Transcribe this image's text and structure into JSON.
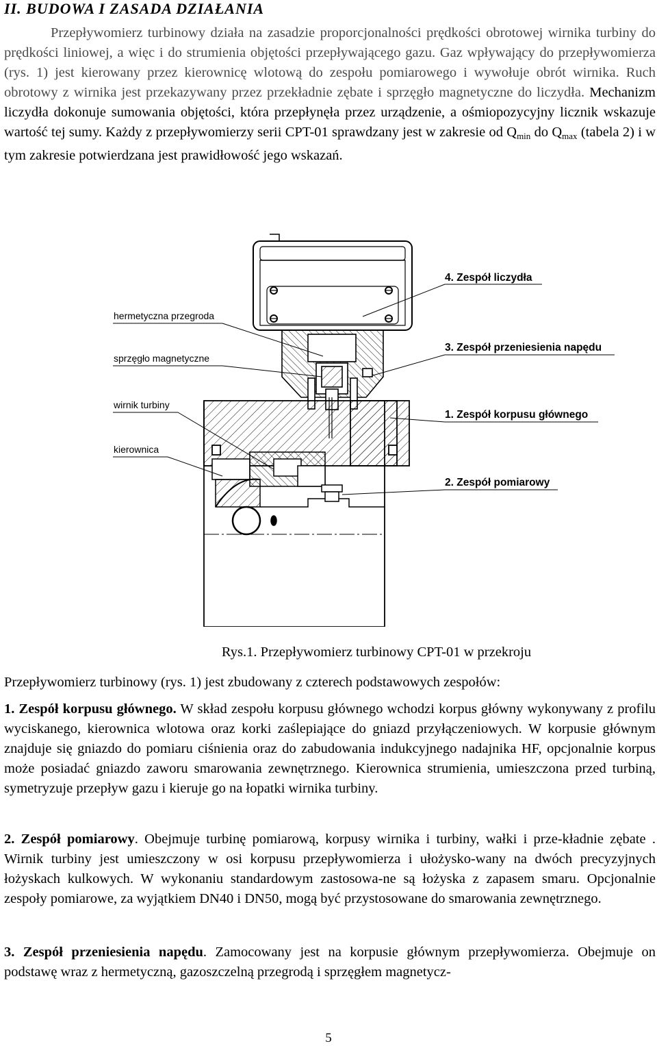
{
  "heading": "II. BUDOWA I ZASADA DZIAŁANIA",
  "intro": {
    "part1": "Przepływomierz turbinowy działa na zasadzie proporcjonalności prędkości obrotowej wirnika turbiny do prędkości liniowej, a więc i do strumienia objętości przepływającego gazu. Gaz wpływający do przepływomierza (rys. 1) jest kierowany przez kierownicę wlotową do zespołu pomiarowego i wywołuje obrót wirnika. Ruch obrotowy z wirnika jest przekazywany przez przekładnie zębate i sprzęgło magnetyczne do liczydła.",
    "part2": "Mechanizm liczydła dokonuje sumowania objętości, która przepłynęła przez urządzenie, a ośmiopozycyjny licznik wskazuje wartość tej sumy. Każdy z przepływomierzy serii CPT-01 sprawdzany jest w zakresie od Q",
    "sub_min": "min",
    "part3": " do Q",
    "sub_max": "max",
    "part4": " (tabela 2) i w tym zakresie potwierdzana jest prawidłowość jego wskazań."
  },
  "figure": {
    "labels": {
      "counter": "4. Zespół liczydła",
      "hermetic": "hermetyczna przegroda",
      "drive": "3. Zespół przeniesienia napędu",
      "coupling": "sprzęgło magnetyczne",
      "rotor": "wirnik turbiny",
      "body": "1. Zespół korpusu głównego",
      "guide": "kierownica",
      "measure": "2. Zespół pomiarowy"
    },
    "caption": "Rys.1. Przepływomierz turbinowy CPT-01 w przekroju"
  },
  "list_intro": "Przepływomierz turbinowy (rys. 1) jest zbudowany z czterech podstawowych zespołów:",
  "sections": [
    {
      "title": "1. Zespół korpusu głównego.",
      "text": " W skład zespołu korpusu głównego wchodzi korpus główny wykonywany z profilu wyciskanego, kierownica wlotowa oraz korki zaślepiające do gniazd przyłączeniowych. W korpusie głównym znajduje się gniazdo do pomiaru ciśnienia oraz do zabudowania indukcyjnego nadajnika HF, opcjonalnie korpus może posiadać gniazdo zaworu smarowania zewnętrznego. Kierownica strumienia, umieszczona przed turbiną, symetryzuje przepływ gazu i kieruje go na łopatki wirnika turbiny."
    },
    {
      "title": "2. Zespół pomiarowy",
      "text": ". Obejmuje turbinę pomiarową, korpusy wirnika i turbiny, wałki i prze-kładnie zębate . Wirnik turbiny jest umieszczony w osi korpusu przepływomierza i ułożysko-wany na dwóch precyzyjnych łożyskach kulkowych. W wykonaniu standardowym zastosowa-ne są łożyska z zapasem smaru. Opcjonalnie zespoły pomiarowe, za wyjątkiem DN40 i DN50, mogą być przystosowane do smarowania zewnętrznego."
    },
    {
      "title": "3. Zespół przeniesienia napędu",
      "text": ". Zamocowany jest na korpusie głównym przepływomierza. Obejmuje on podstawę wraz z hermetyczną, gazoszczelną przegrodą i sprzęgłem magnetycz-"
    }
  ],
  "page_number": "5"
}
